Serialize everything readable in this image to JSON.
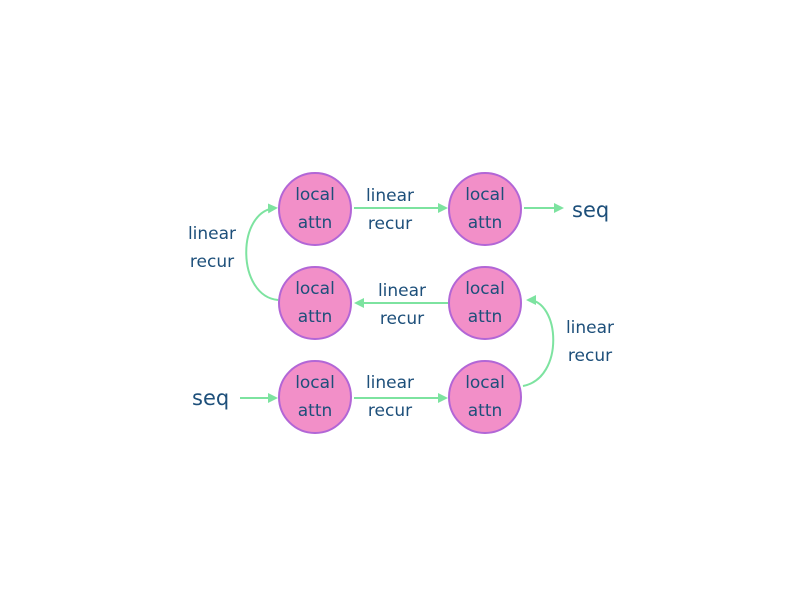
{
  "nodes": [
    {
      "line1": "local",
      "line2": "attn"
    },
    {
      "line1": "local",
      "line2": "attn"
    },
    {
      "line1": "local",
      "line2": "attn"
    },
    {
      "line1": "local",
      "line2": "attn"
    },
    {
      "line1": "local",
      "line2": "attn"
    },
    {
      "line1": "local",
      "line2": "attn"
    }
  ],
  "edges": [
    {
      "line1": "linear",
      "line2": "recur"
    },
    {
      "line1": "linear",
      "line2": "recur"
    },
    {
      "line1": "linear",
      "line2": "recur"
    },
    {
      "line1": "linear",
      "line2": "recur"
    },
    {
      "line1": "linear",
      "line2": "recur"
    }
  ],
  "io": {
    "input": "seq",
    "output": "seq"
  },
  "colors": {
    "node_fill": "#f28fc8",
    "node_border": "#b266d6",
    "arrow": "#7de3a0",
    "text": "#1d4f7a"
  }
}
